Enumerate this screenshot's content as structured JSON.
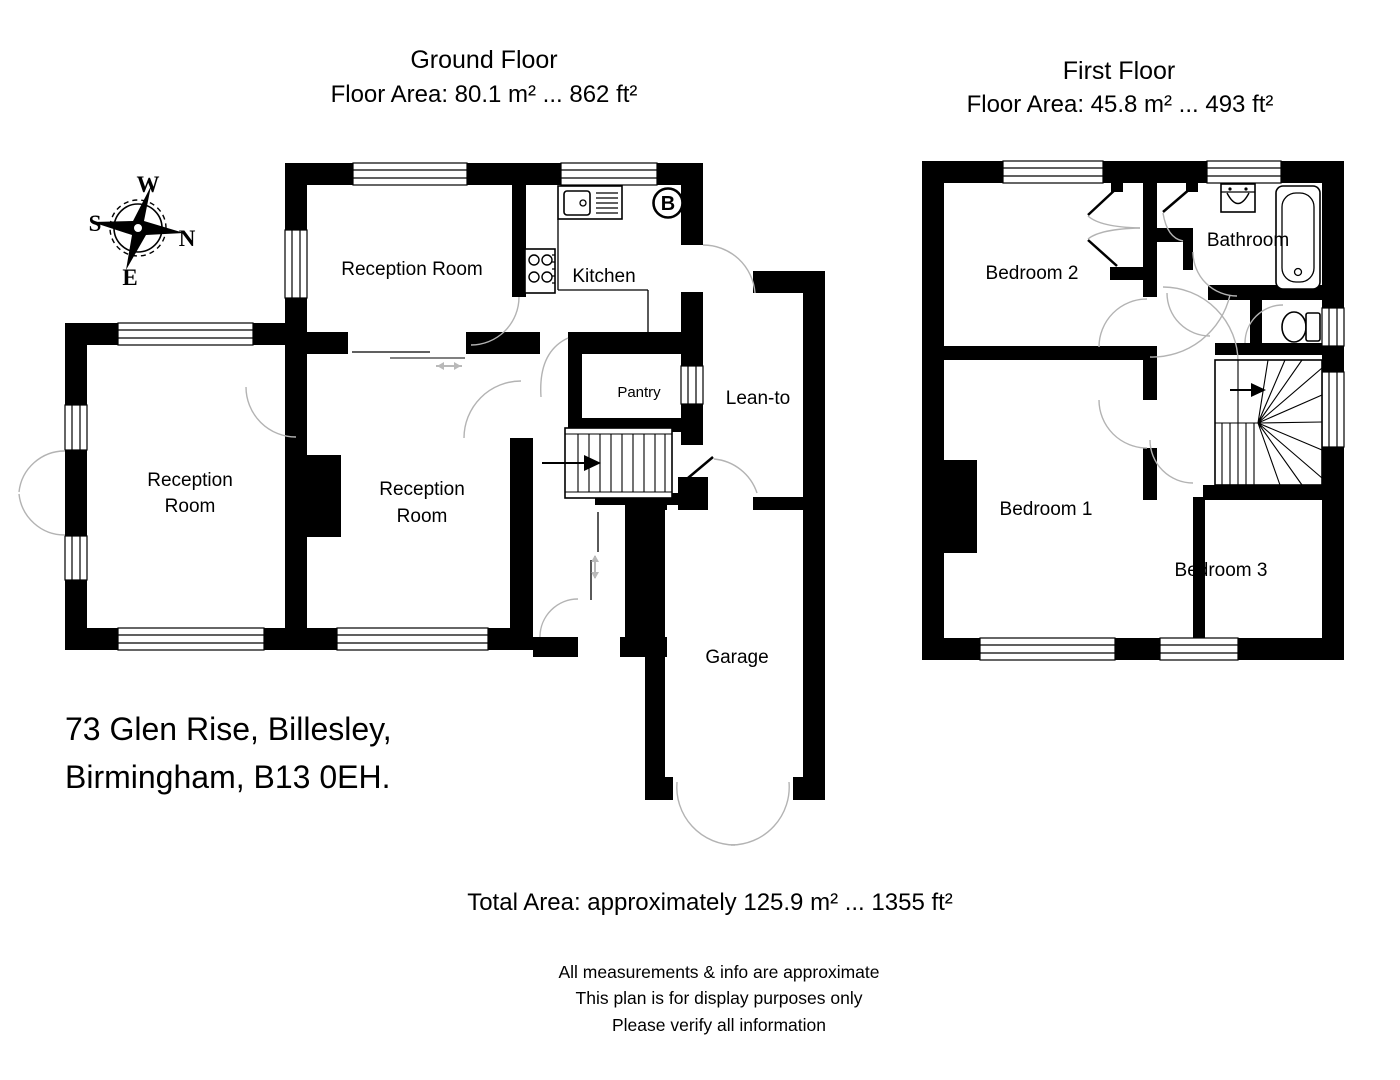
{
  "document_type": "estate-agent floor plan",
  "colors": {
    "wall": "#000000",
    "background": "#ffffff",
    "door_arc": "#b3b3b3"
  },
  "ground_floor": {
    "title": "Ground Floor",
    "area": "Floor Area: 80.1 m² ... 862 ft²",
    "rooms": {
      "reception_top": "Reception Room",
      "kitchen": "Kitchen",
      "reception_left_line1": "Reception",
      "reception_left_line2": "Room",
      "reception_mid_line1": "Reception",
      "reception_mid_line2": "Room",
      "pantry": "Pantry",
      "lean_to": "Lean-to",
      "garage": "Garage"
    },
    "boiler_label": "B"
  },
  "first_floor": {
    "title": "First Floor",
    "area": "Floor Area: 45.8 m² ... 493 ft²",
    "rooms": {
      "bedroom2": "Bedroom 2",
      "bathroom": "Bathroom",
      "bedroom1": "Bedroom 1",
      "bedroom3": "Bedroom 3"
    }
  },
  "compass": {
    "north": "N",
    "south": "S",
    "east": "E",
    "west": "W"
  },
  "address_line1": "73 Glen Rise, Billesley,",
  "address_line2": "Birmingham, B13 0EH.",
  "total_area": "Total Area: approximately 125.9 m² ... 1355 ft²",
  "disclaimer": {
    "line1": "All measurements & info are approximate",
    "line2": "This plan is for display purposes only",
    "line3": "Please verify all information"
  }
}
